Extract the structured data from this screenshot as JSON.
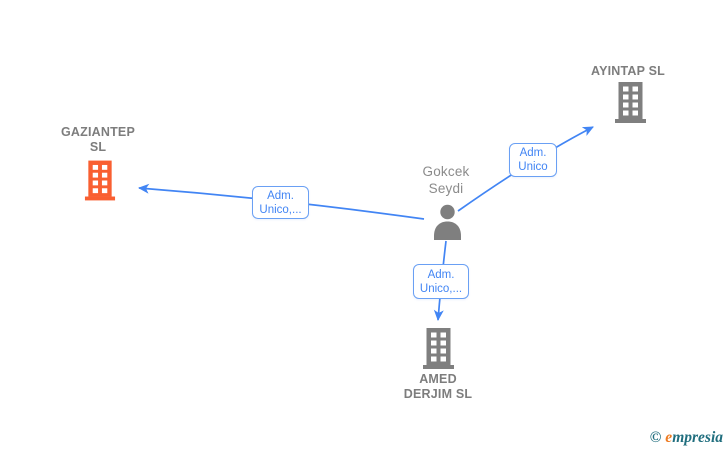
{
  "colors": {
    "edge_blue": "#4285f4",
    "label_box_border": "#6aa0f4",
    "label_text_blue": "#4285f4",
    "company_label_gray": "#7d7d7d",
    "person_label_gray": "#8b8b8b",
    "icon_gray": "#7f7f7f",
    "icon_orange": "#f95f31",
    "window_white": "#ffffff",
    "logo_teal": "#206e7e",
    "logo_orange": "#ee7c23"
  },
  "nodes": {
    "gaziantep": {
      "type": "company",
      "icon": "building-icon",
      "label_lines": [
        "GAZIANTEP",
        "SL"
      ]
    },
    "ayintap": {
      "type": "company",
      "icon": "building-icon",
      "label_lines": [
        "AYINTAP SL"
      ]
    },
    "person": {
      "type": "person",
      "icon": "person-icon",
      "label_lines": [
        "Gokcek",
        "Seydi"
      ]
    },
    "amed": {
      "type": "company",
      "icon": "building-icon",
      "label_lines": [
        "AMED",
        "DERJIM SL"
      ]
    }
  },
  "edges": [
    {
      "from": "Gokcek Seydi",
      "to": "GAZIANTEP SL",
      "label_lines": [
        "Adm.",
        "Unico,..."
      ]
    },
    {
      "from": "Gokcek Seydi",
      "to": "AYINTAP SL",
      "label_lines": [
        "Adm.",
        "Unico"
      ]
    },
    {
      "from": "Gokcek Seydi",
      "to": "AMED DERJIM SL",
      "label_lines": [
        "Adm.",
        "Unico,..."
      ]
    }
  ],
  "footer": {
    "copyright_symbol": "©",
    "brand_initial": "e",
    "brand_rest": "mpresia"
  }
}
